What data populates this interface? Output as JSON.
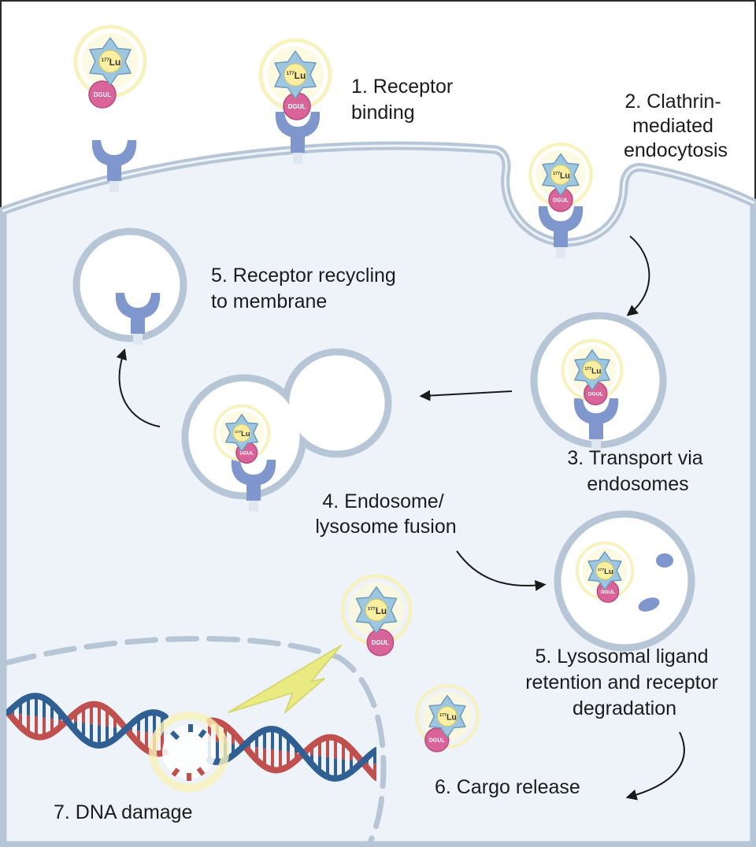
{
  "steps": {
    "s1": [
      "1. Receptor",
      "binding"
    ],
    "s2": [
      "2. Clathrin-",
      "mediated",
      "endocytosis"
    ],
    "s3": [
      "3. Transport via",
      "endosomes"
    ],
    "s4": [
      "4. Endosome/",
      "lysosome fusion"
    ],
    "s5_recycle": [
      "5. Receptor recycling",
      "to membrane"
    ],
    "s5_lysosome": [
      "5. Lysosomal ligand",
      "retention and receptor",
      "degradation"
    ],
    "s6": [
      "6. Cargo release"
    ],
    "s7": [
      "7. DNA damage"
    ]
  },
  "ligand": {
    "isotope_mass": "177",
    "isotope_symbol": "Lu",
    "peptide_label": "DGUL"
  },
  "colors": {
    "cell_fill": "#edf3f9",
    "membrane": "#b7c6d7",
    "receptor": "#7f97cd",
    "star": "#9dc7e0",
    "core": "#fcf0a0",
    "halo": "#f7f1b8",
    "peptide": "#d9649a",
    "dna_red": "#c0504d",
    "dna_blue": "#2f5f93",
    "bolt": "#eaea83",
    "arrow": "#1a1a1a"
  }
}
